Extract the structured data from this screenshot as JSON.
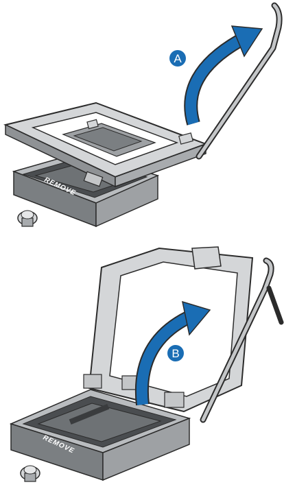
{
  "panels": [
    {
      "step_label": "A",
      "socket_label": "REMOVE"
    },
    {
      "step_label": "B",
      "socket_label": "REMOVE"
    }
  ],
  "colors": {
    "arrow_blue": "#1a6db4",
    "metal_light": "#d4d6d8",
    "metal_mid": "#a8abae",
    "metal_dark": "#6e7275",
    "outline": "#2b2b2b",
    "socket_dark": "#4a4d50"
  },
  "icons": {
    "arrow_a": "curved-arrow-up-right-icon",
    "arrow_b": "curved-arrow-up-right-icon",
    "screw": "screw-icon"
  }
}
